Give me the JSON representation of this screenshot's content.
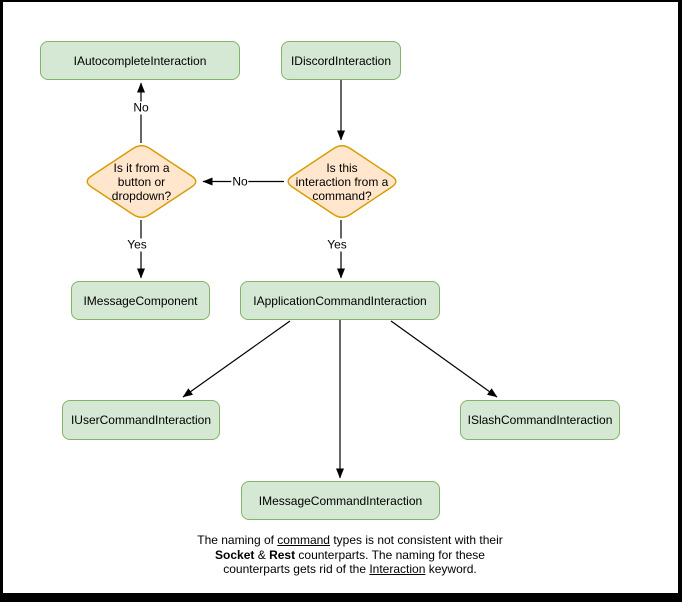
{
  "diagram": {
    "nodes": {
      "autocomplete": {
        "label": "IAutocompleteInteraction"
      },
      "discord": {
        "label": "IDiscordInteraction"
      },
      "decision_component": {
        "label": "Is it from a\nbutton or\ndropdown?"
      },
      "decision_command": {
        "label": "Is this\ninteraction from a\ncommand?"
      },
      "message_component": {
        "label": "IMessageComponent"
      },
      "application_command": {
        "label": "IApplicationCommandInteraction"
      },
      "user_command": {
        "label": "IUserCommandInteraction"
      },
      "slash_command": {
        "label": "ISlashCommandInteraction"
      },
      "message_command": {
        "label": "IMessageCommandInteraction"
      }
    },
    "edge_labels": {
      "no_top": "No",
      "no_mid": "No",
      "yes_left": "Yes",
      "yes_right": "Yes"
    },
    "caption": {
      "l1a": "The naming of ",
      "l1b": "command",
      "l1c": " types is not consistent with their",
      "l2a": "Socket",
      "l2b": " & ",
      "l2c": "Rest",
      "l2d": " counterparts. The naming for these",
      "l3a": "counterparts gets rid of the ",
      "l3b": "Interaction",
      "l3c": " keyword."
    },
    "colors": {
      "node_fill": "#d5e8d4",
      "node_border": "#82b366",
      "decision_fill": "#ffe6cc",
      "decision_border": "#d79b00",
      "connector": "#000000",
      "frame": "#000000",
      "canvas": "#ffffff",
      "text": "#000000"
    }
  }
}
